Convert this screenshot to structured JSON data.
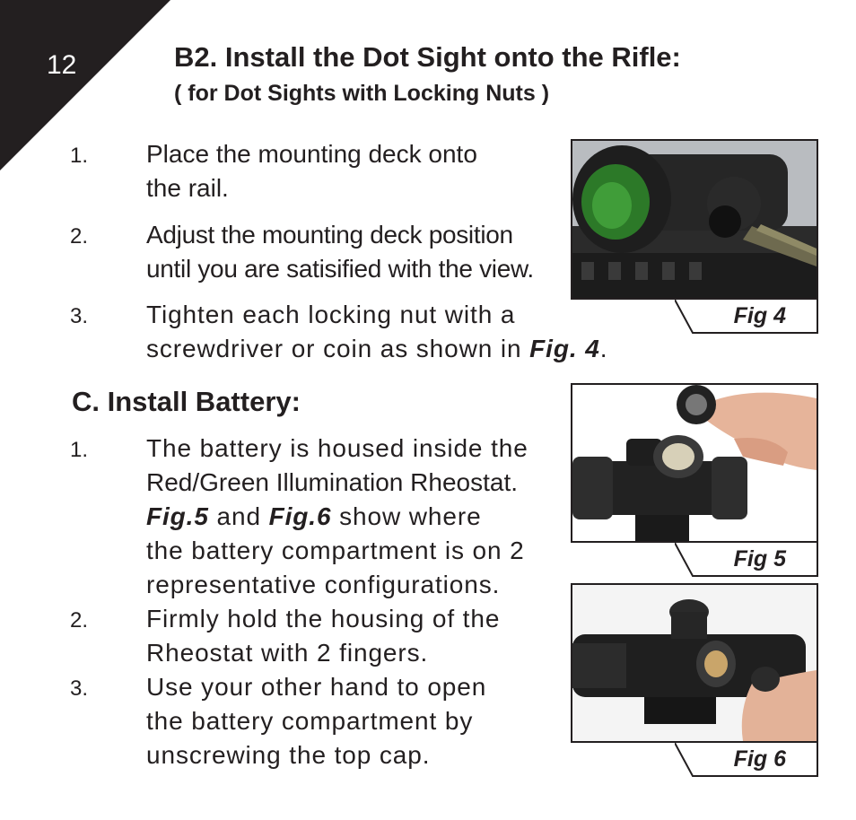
{
  "page_number": "12",
  "section_b2": {
    "title": "B2. Install the Dot Sight onto the Rifle:",
    "subtitle": "( for Dot Sights with Locking Nuts )",
    "steps": [
      {
        "num": "1.",
        "line1": "Place the mounting deck onto",
        "line2": "the rail."
      },
      {
        "num": "2.",
        "line1": "Adjust the mounting deck position",
        "line2": "until you are satisified with the view."
      },
      {
        "num": "3.",
        "line1": "Tighten each locking nut with a",
        "line2_pre": "screwdriver or coin as shown in ",
        "line2_ref": "Fig. 4",
        "line2_post": "."
      }
    ]
  },
  "section_c": {
    "title": "C. Install Battery:",
    "steps": [
      {
        "num": "1.",
        "line1": "The battery is housed inside the",
        "line2": "Red/Green Illumination Rheostat.",
        "ref1": "Fig.5",
        "and": " and ",
        "ref2": "Fig.6",
        "line3_post": " show where",
        "line4": "the battery compartment is on 2",
        "line5": "representative configurations."
      },
      {
        "num": "2.",
        "line1": "Firmly hold the housing of the",
        "line2": "Rheostat with 2 fingers."
      },
      {
        "num": "3.",
        "line1": "Use your other hand to open",
        "line2": "the battery compartment by",
        "line3": "unscrewing the top cap."
      }
    ]
  },
  "figures": [
    {
      "label": "Fig 4",
      "depicts": "dot-sight-on-rail-with-screwdriver"
    },
    {
      "label": "Fig 5",
      "depicts": "fingers-removing-battery-cap"
    },
    {
      "label": "Fig 6",
      "depicts": "hand-unscrewing-rheostat-cap"
    }
  ],
  "colors": {
    "ink": "#231f20",
    "lens_green": "#2f8a2a"
  }
}
